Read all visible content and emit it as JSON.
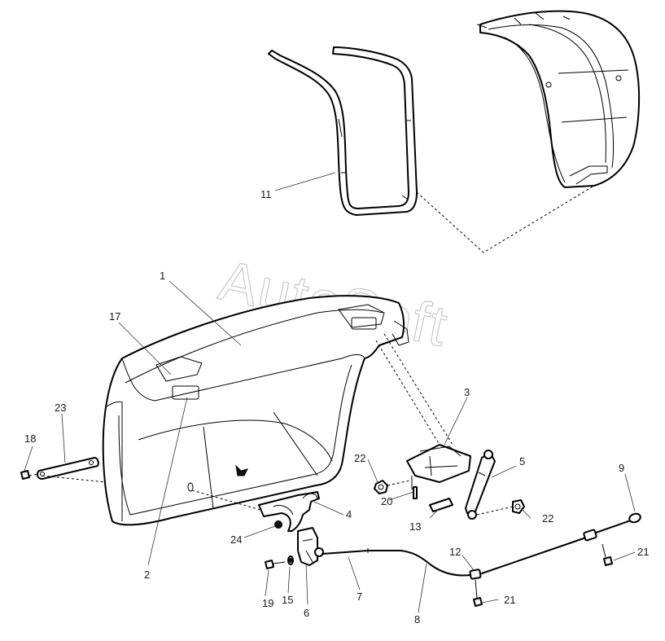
{
  "watermark": "AutoSoft",
  "callouts": [
    {
      "id": "1",
      "text": "1"
    },
    {
      "id": "2",
      "text": "2"
    },
    {
      "id": "3",
      "text": "3"
    },
    {
      "id": "4",
      "text": "4"
    },
    {
      "id": "5",
      "text": "5"
    },
    {
      "id": "6",
      "text": "6"
    },
    {
      "id": "7",
      "text": "7"
    },
    {
      "id": "8",
      "text": "8"
    },
    {
      "id": "9",
      "text": "9"
    },
    {
      "id": "11",
      "text": "11"
    },
    {
      "id": "12",
      "text": "12"
    },
    {
      "id": "13",
      "text": "13"
    },
    {
      "id": "15",
      "text": "15"
    },
    {
      "id": "17",
      "text": "17"
    },
    {
      "id": "18",
      "text": "18"
    },
    {
      "id": "19",
      "text": "19"
    },
    {
      "id": "20",
      "text": "20"
    },
    {
      "id": "21a",
      "text": "21"
    },
    {
      "id": "21b",
      "text": "21"
    },
    {
      "id": "22a",
      "text": "22"
    },
    {
      "id": "22b",
      "text": "22"
    },
    {
      "id": "23",
      "text": "23"
    },
    {
      "id": "24",
      "text": "24"
    }
  ]
}
